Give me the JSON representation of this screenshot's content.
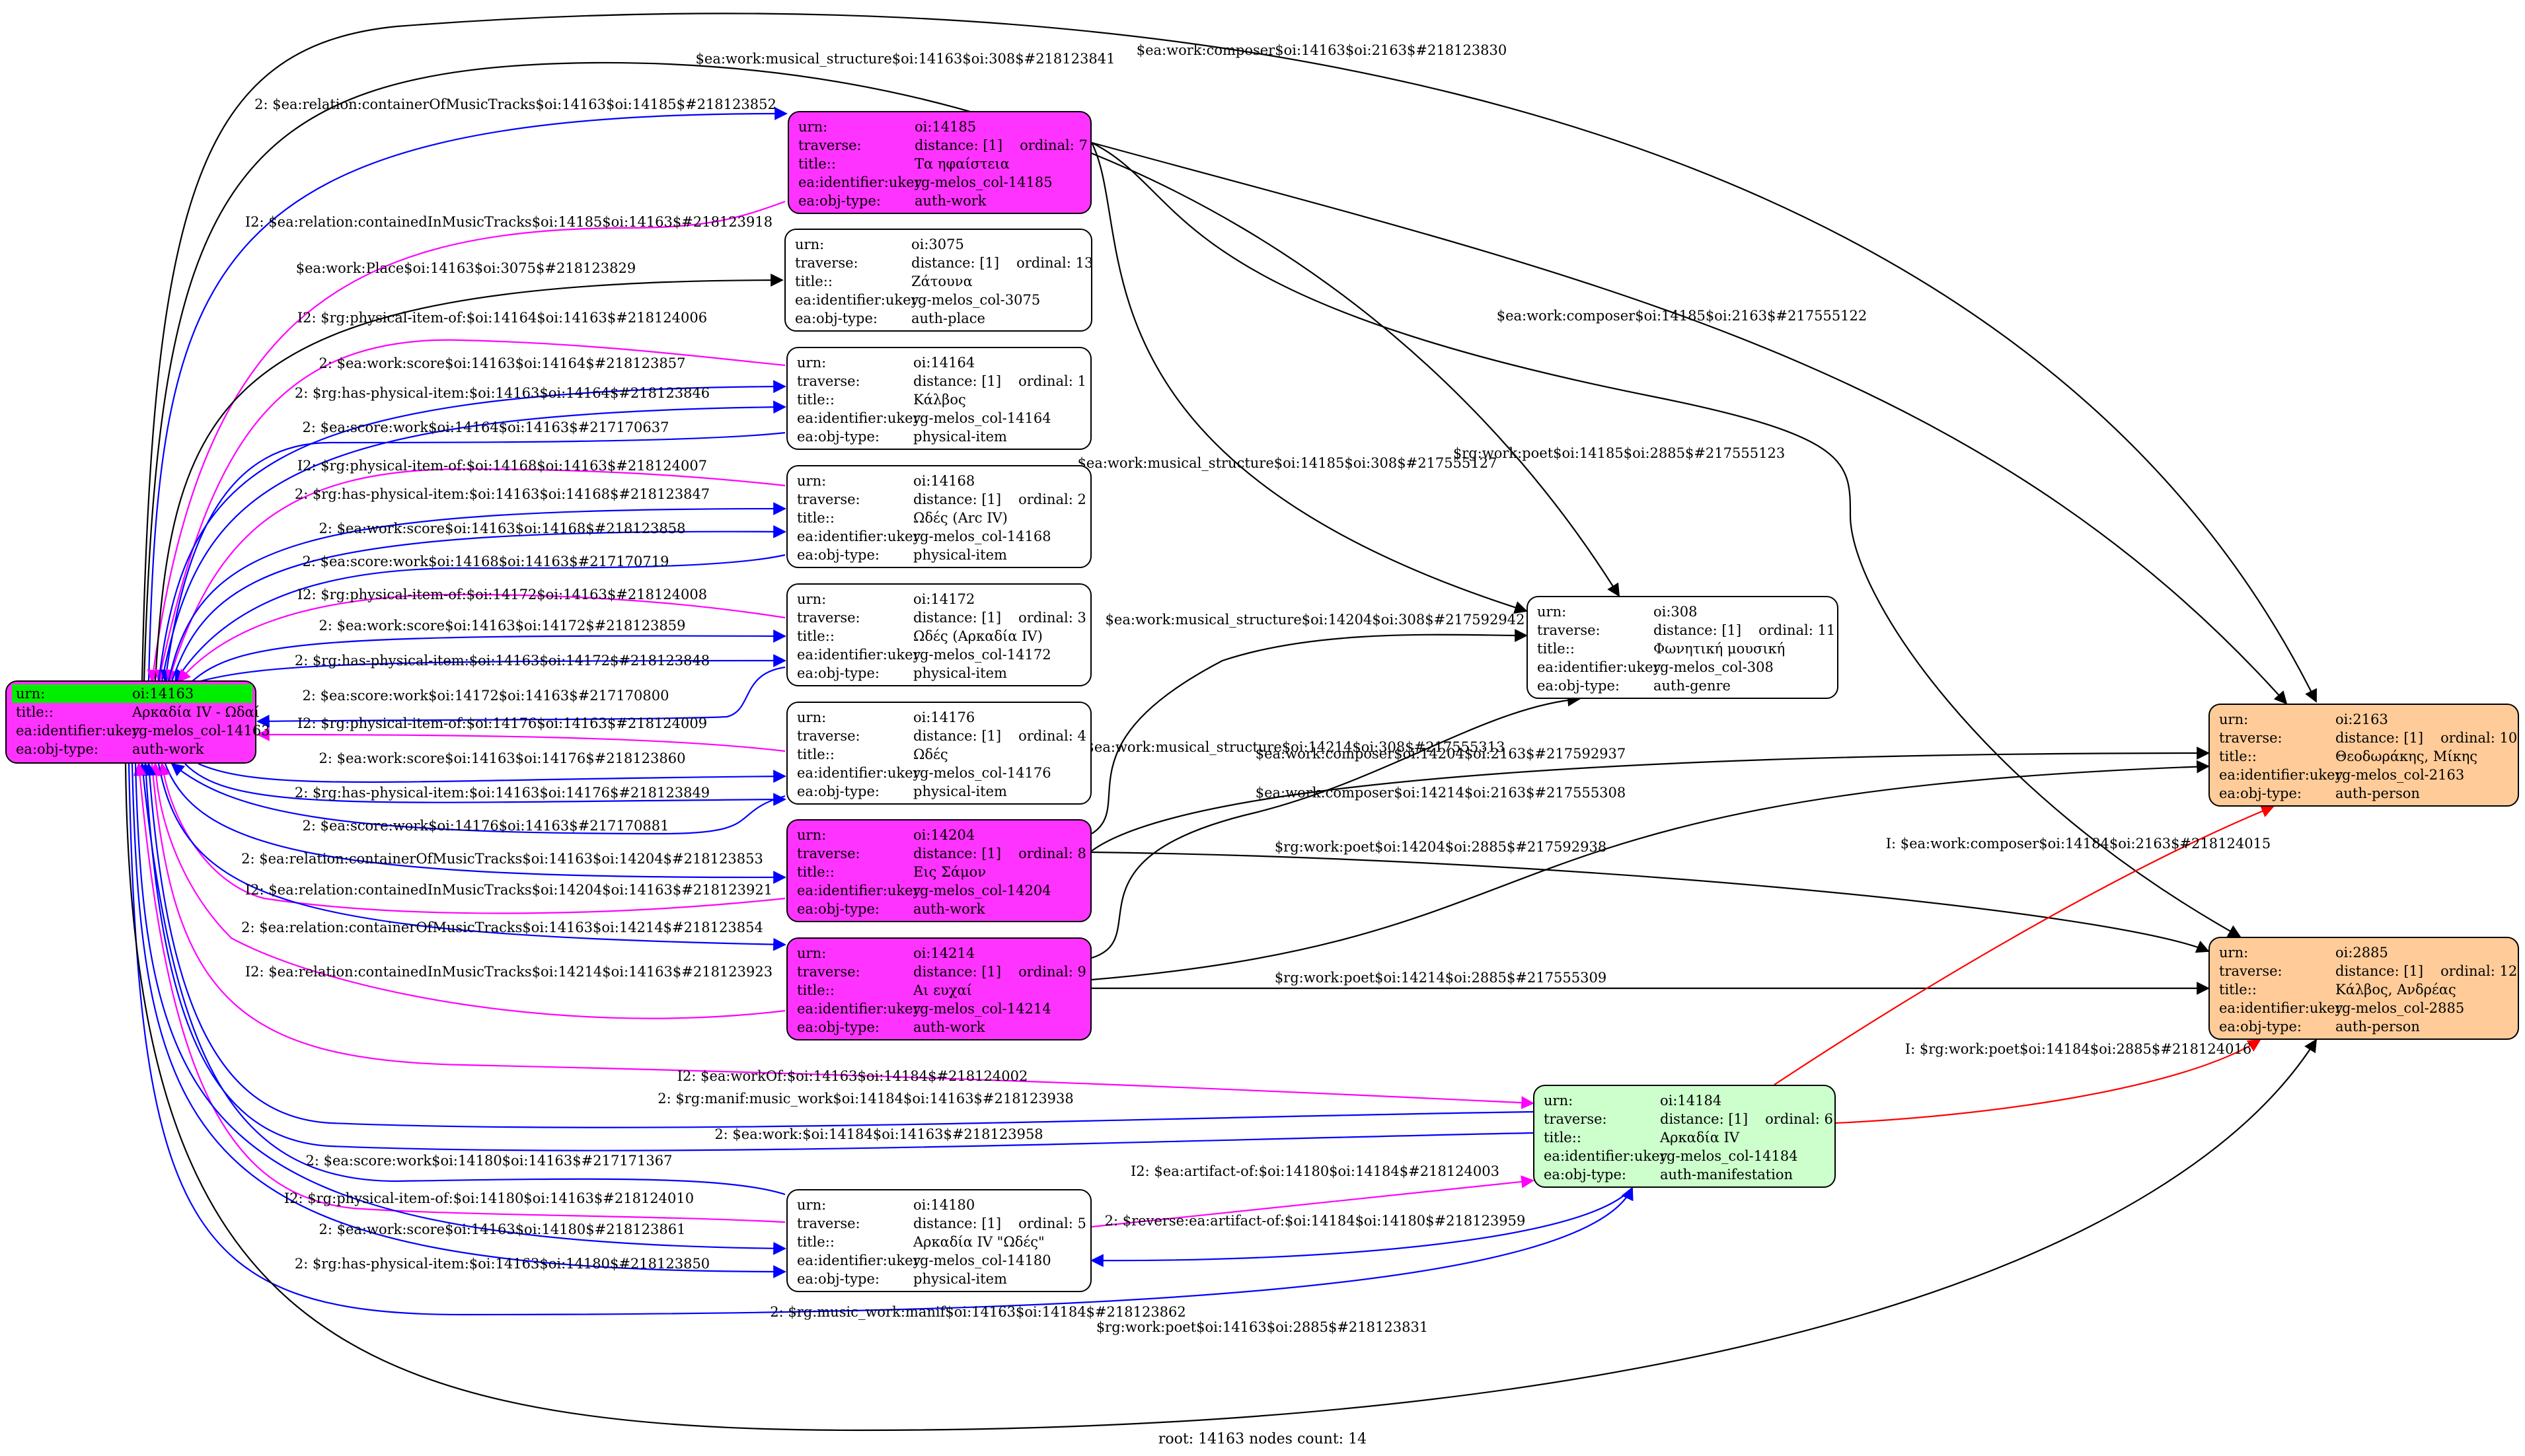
{
  "footer": "root: 14163 nodes count: 14",
  "colors": {
    "root_fill": "#ff33ff",
    "root_highlight": "#00ee00",
    "work_fill": "#ff33ff",
    "default_fill": "#ffffff",
    "manif_fill": "#ccffcc",
    "person_fill": "#ffcc99",
    "edge_black": "#000000",
    "edge_blue": "#0000ff",
    "edge_magenta": "#ff00ff",
    "edge_red": "#ff0000"
  },
  "nodes": {
    "n14163": {
      "urn_k": "urn:",
      "urn_v": "oi:14163",
      "r2_k": "title::",
      "r2_v": "Αρκαδία IV - Ωδαί",
      "r3_k": "ea:identifier:ukey",
      "r3_v": "rg-melos_col-14163",
      "r4_k": "ea:obj-type:",
      "r4_v": "auth-work"
    },
    "n14185": {
      "urn_k": "urn:",
      "urn_v": "oi:14185",
      "tr_k": "traverse:",
      "tr_v": "distance: [1]",
      "tr_o": "ordinal: 7",
      "ti_k": "title::",
      "ti_v": "Τα ηφαίστεια",
      "id_k": "ea:identifier:ukey",
      "id_v": "rg-melos_col-14185",
      "ty_k": "ea:obj-type:",
      "ty_v": "auth-work"
    },
    "n3075": {
      "urn_k": "urn:",
      "urn_v": "oi:3075",
      "tr_k": "traverse:",
      "tr_v": "distance: [1]",
      "tr_o": "ordinal: 13",
      "ti_k": "title::",
      "ti_v": "Ζάτουνα",
      "id_k": "ea:identifier:ukey",
      "id_v": "rg-melos_col-3075",
      "ty_k": "ea:obj-type:",
      "ty_v": "auth-place"
    },
    "n14164": {
      "urn_k": "urn:",
      "urn_v": "oi:14164",
      "tr_k": "traverse:",
      "tr_v": "distance: [1]",
      "tr_o": "ordinal: 1",
      "ti_k": "title::",
      "ti_v": "Κάλβος",
      "id_k": "ea:identifier:ukey",
      "id_v": "rg-melos_col-14164",
      "ty_k": "ea:obj-type:",
      "ty_v": "physical-item"
    },
    "n14168": {
      "urn_k": "urn:",
      "urn_v": "oi:14168",
      "tr_k": "traverse:",
      "tr_v": "distance: [1]",
      "tr_o": "ordinal: 2",
      "ti_k": "title::",
      "ti_v": "Ωδές (Arc IV)",
      "id_k": "ea:identifier:ukey",
      "id_v": "rg-melos_col-14168",
      "ty_k": "ea:obj-type:",
      "ty_v": "physical-item"
    },
    "n14172": {
      "urn_k": "urn:",
      "urn_v": "oi:14172",
      "tr_k": "traverse:",
      "tr_v": "distance: [1]",
      "tr_o": "ordinal: 3",
      "ti_k": "title::",
      "ti_v": "Ωδές (Αρκαδία IV)",
      "id_k": "ea:identifier:ukey",
      "id_v": "rg-melos_col-14172",
      "ty_k": "ea:obj-type:",
      "ty_v": "physical-item"
    },
    "n14176": {
      "urn_k": "urn:",
      "urn_v": "oi:14176",
      "tr_k": "traverse:",
      "tr_v": "distance: [1]",
      "tr_o": "ordinal: 4",
      "ti_k": "title::",
      "ti_v": "Ωδές",
      "id_k": "ea:identifier:ukey",
      "id_v": "rg-melos_col-14176",
      "ty_k": "ea:obj-type:",
      "ty_v": "physical-item"
    },
    "n14204": {
      "urn_k": "urn:",
      "urn_v": "oi:14204",
      "tr_k": "traverse:",
      "tr_v": "distance: [1]",
      "tr_o": "ordinal: 8",
      "ti_k": "title::",
      "ti_v": "Εις Σάμον",
      "id_k": "ea:identifier:ukey",
      "id_v": "rg-melos_col-14204",
      "ty_k": "ea:obj-type:",
      "ty_v": "auth-work"
    },
    "n14214": {
      "urn_k": "urn:",
      "urn_v": "oi:14214",
      "tr_k": "traverse:",
      "tr_v": "distance: [1]",
      "tr_o": "ordinal: 9",
      "ti_k": "title::",
      "ti_v": "Αι ευχαί",
      "id_k": "ea:identifier:ukey",
      "id_v": "rg-melos_col-14214",
      "ty_k": "ea:obj-type:",
      "ty_v": "auth-work"
    },
    "n14180": {
      "urn_k": "urn:",
      "urn_v": "oi:14180",
      "tr_k": "traverse:",
      "tr_v": "distance: [1]",
      "tr_o": "ordinal: 5",
      "ti_k": "title::",
      "ti_v": "Αρκαδία IV \"Ωδές\"",
      "id_k": "ea:identifier:ukey",
      "id_v": "rg-melos_col-14180",
      "ty_k": "ea:obj-type:",
      "ty_v": "physical-item"
    },
    "n308": {
      "urn_k": "urn:",
      "urn_v": "oi:308",
      "tr_k": "traverse:",
      "tr_v": "distance: [1]",
      "tr_o": "ordinal: 11",
      "ti_k": "title::",
      "ti_v": "Φωνητική μουσική",
      "id_k": "ea:identifier:ukey",
      "id_v": "rg-melos_col-308",
      "ty_k": "ea:obj-type:",
      "ty_v": "auth-genre"
    },
    "n14184": {
      "urn_k": "urn:",
      "urn_v": "oi:14184",
      "tr_k": "traverse:",
      "tr_v": "distance: [1]",
      "tr_o": "ordinal: 6",
      "ti_k": "title::",
      "ti_v": "Αρκαδία IV",
      "id_k": "ea:identifier:ukey",
      "id_v": "rg-melos_col-14184",
      "ty_k": "ea:obj-type:",
      "ty_v": "auth-manifestation"
    },
    "n2163": {
      "urn_k": "urn:",
      "urn_v": "oi:2163",
      "tr_k": "traverse:",
      "tr_v": "distance: [1]",
      "tr_o": "ordinal: 10",
      "ti_k": "title::",
      "ti_v": "Θεοδωράκης, Μίκης",
      "id_k": "ea:identifier:ukey",
      "id_v": "rg-melos_col-2163",
      "ty_k": "ea:obj-type:",
      "ty_v": "auth-person"
    },
    "n2885": {
      "urn_k": "urn:",
      "urn_v": "oi:2885",
      "tr_k": "traverse:",
      "tr_v": "distance: [1]",
      "tr_o": "ordinal: 12",
      "ti_k": "title::",
      "ti_v": "Κάλβος, Ανδρέας",
      "id_k": "ea:identifier:ukey",
      "id_v": "rg-melos_col-2885",
      "ty_k": "ea:obj-type:",
      "ty_v": "auth-person"
    }
  },
  "edges": [
    {
      "label": "$ea:work:composer$oi:14163$oi:2163$#218123830",
      "color": "black"
    },
    {
      "label": "$ea:work:musical_structure$oi:14163$oi:308$#218123841",
      "color": "black"
    },
    {
      "label": "2: $ea:relation:containerOfMusicTracks$oi:14163$oi:14185$#218123852",
      "color": "blue"
    },
    {
      "label": "I2: $ea:relation:containedInMusicTracks$oi:14185$oi:14163$#218123918",
      "color": "magenta"
    },
    {
      "label": "$ea:work:Place$oi:14163$oi:3075$#218123829",
      "color": "black"
    },
    {
      "label": "I2: $rg:physical-item-of:$oi:14164$oi:14163$#218124006",
      "color": "magenta"
    },
    {
      "label": "2: $ea:work:score$oi:14163$oi:14164$#218123857",
      "color": "blue"
    },
    {
      "label": "2: $rg:has-physical-item:$oi:14163$oi:14164$#218123846",
      "color": "blue"
    },
    {
      "label": "2: $ea:score:work$oi:14164$oi:14163$#217170637",
      "color": "blue"
    },
    {
      "label": "I2: $rg:physical-item-of:$oi:14168$oi:14163$#218124007",
      "color": "magenta"
    },
    {
      "label": "2: $rg:has-physical-item:$oi:14163$oi:14168$#218123847",
      "color": "blue"
    },
    {
      "label": "2: $ea:work:score$oi:14163$oi:14168$#218123858",
      "color": "blue"
    },
    {
      "label": "2: $ea:score:work$oi:14168$oi:14163$#217170719",
      "color": "blue"
    },
    {
      "label": "I2: $rg:physical-item-of:$oi:14172$oi:14163$#218124008",
      "color": "magenta"
    },
    {
      "label": "2: $ea:work:score$oi:14163$oi:14172$#218123859",
      "color": "blue"
    },
    {
      "label": "2: $rg:has-physical-item:$oi:14163$oi:14172$#218123848",
      "color": "blue"
    },
    {
      "label": "2: $ea:score:work$oi:14172$oi:14163$#217170800",
      "color": "blue"
    },
    {
      "label": "I2: $rg:physical-item-of:$oi:14176$oi:14163$#218124009",
      "color": "magenta"
    },
    {
      "label": "2: $ea:work:score$oi:14163$oi:14176$#218123860",
      "color": "blue"
    },
    {
      "label": "2: $rg:has-physical-item:$oi:14163$oi:14176$#218123849",
      "color": "blue"
    },
    {
      "label": "2: $ea:score:work$oi:14176$oi:14163$#217170881",
      "color": "blue"
    },
    {
      "label": "2: $ea:relation:containerOfMusicTracks$oi:14163$oi:14204$#218123853",
      "color": "blue"
    },
    {
      "label": "I2: $ea:relation:containedInMusicTracks$oi:14204$oi:14163$#218123921",
      "color": "magenta"
    },
    {
      "label": "2: $ea:relation:containerOfMusicTracks$oi:14163$oi:14214$#218123854",
      "color": "blue"
    },
    {
      "label": "I2: $ea:relation:containedInMusicTracks$oi:14214$oi:14163$#218123923",
      "color": "magenta"
    },
    {
      "label": "I2: $ea:workOf:$oi:14163$oi:14184$#218124002",
      "color": "magenta"
    },
    {
      "label": "2: $rg:manif:music_work$oi:14184$oi:14163$#218123938",
      "color": "blue"
    },
    {
      "label": "2: $ea:work:$oi:14184$oi:14163$#218123958",
      "color": "blue"
    },
    {
      "label": "2: $ea:score:work$oi:14180$oi:14163$#217171367",
      "color": "blue"
    },
    {
      "label": "I2: $rg:physical-item-of:$oi:14180$oi:14163$#218124010",
      "color": "magenta"
    },
    {
      "label": "2: $ea:work:score$oi:14163$oi:14180$#218123861",
      "color": "blue"
    },
    {
      "label": "2: $rg:has-physical-item:$oi:14163$oi:14180$#218123850",
      "color": "blue"
    },
    {
      "label": "2: $rg:music_work:manif$oi:14163$oi:14184$#218123862",
      "color": "blue"
    },
    {
      "label": "$rg:work:poet$oi:14163$oi:2885$#218123831",
      "color": "black"
    },
    {
      "label": "$ea:work:composer$oi:14185$oi:2163$#217555122",
      "color": "black"
    },
    {
      "label": "$rg:work:poet$oi:14185$oi:2885$#217555123",
      "color": "black"
    },
    {
      "label": "$ea:work:musical_structure$oi:14185$oi:308$#217555127",
      "color": "black"
    },
    {
      "label": "$ea:work:musical_structure$oi:14204$oi:308$#217592942",
      "color": "black"
    },
    {
      "label": "$ea:work:musical_structure$oi:14214$oi:308$#217555313",
      "color": "black"
    },
    {
      "label": "$ea:work:composer$oi:14204$oi:2163$#217592937",
      "color": "black"
    },
    {
      "label": "$ea:work:composer$oi:14214$oi:2163$#217555308",
      "color": "black"
    },
    {
      "label": "$rg:work:poet$oi:14204$oi:2885$#217592938",
      "color": "black"
    },
    {
      "label": "$rg:work:poet$oi:14214$oi:2885$#217555309",
      "color": "black"
    },
    {
      "label": "I: $ea:work:composer$oi:14184$oi:2163$#218124015",
      "color": "red"
    },
    {
      "label": "I: $rg:work:poet$oi:14184$oi:2885$#218124016",
      "color": "red"
    },
    {
      "label": "I2: $ea:artifact-of:$oi:14180$oi:14184$#218124003",
      "color": "magenta"
    },
    {
      "label": "2: $reverse:ea:artifact-of:$oi:14184$oi:14180$#218123959",
      "color": "blue"
    }
  ]
}
